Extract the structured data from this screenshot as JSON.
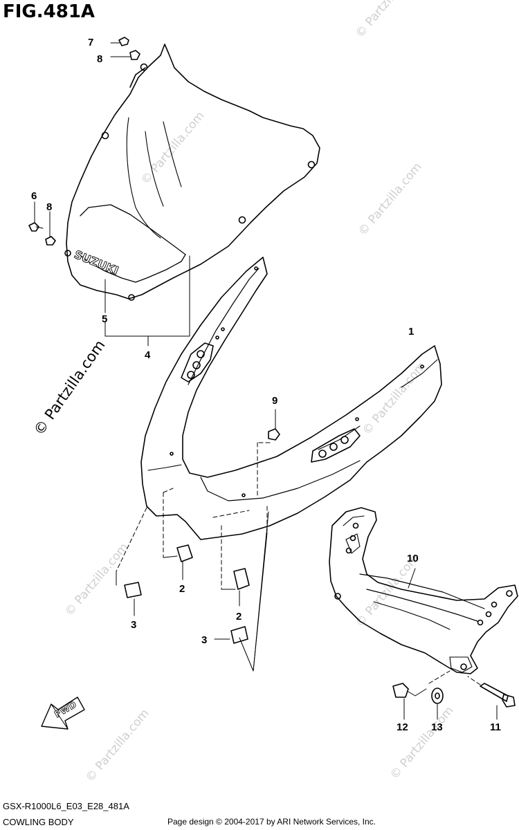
{
  "figure": {
    "title": "FIG.481A",
    "code": "GSX-R1000L6_E03_E28_481A",
    "name": "COWLING BODY",
    "credit": "Page design © 2004-2017 by ARI Network Services, Inc."
  },
  "brand_on_screen": "SUZUKI",
  "direction_badge": "FWD",
  "watermark": "© Partzilla.com",
  "callouts": [
    {
      "id": "1"
    },
    {
      "id": "2"
    },
    {
      "id": "2"
    },
    {
      "id": "3"
    },
    {
      "id": "3"
    },
    {
      "id": "4"
    },
    {
      "id": "5"
    },
    {
      "id": "6"
    },
    {
      "id": "7"
    },
    {
      "id": "8"
    },
    {
      "id": "8"
    },
    {
      "id": "9"
    },
    {
      "id": "10"
    },
    {
      "id": "11"
    },
    {
      "id": "12"
    },
    {
      "id": "13"
    }
  ],
  "colors": {
    "line": "#000000",
    "watermark": "#cfcfcf",
    "background": "#ffffff"
  }
}
